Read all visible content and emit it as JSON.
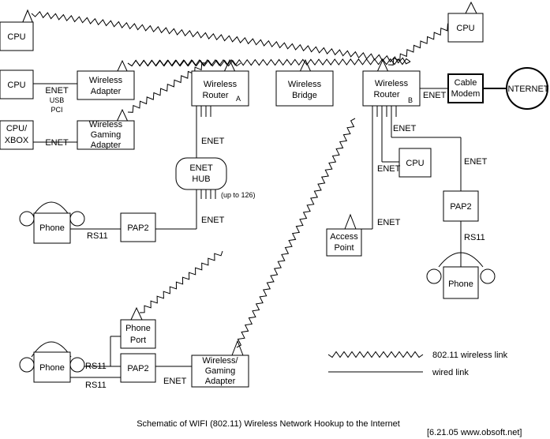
{
  "nodes": {
    "cpu_top_left": "CPU",
    "cpu_top_right": "CPU",
    "cpu_mid": "CPU",
    "cpu_xbox": [
      "CPU/",
      "XBOX"
    ],
    "wireless_adapter": [
      "Wireless",
      "Adapter"
    ],
    "gaming_adapter_top": [
      "Wireless",
      "Gaming",
      "Adapter"
    ],
    "router_a": [
      "Wireless",
      "Router"
    ],
    "router_a_sub": "A",
    "bridge": [
      "Wireless",
      "Bridge"
    ],
    "router_b": [
      "Wireless",
      "Router"
    ],
    "router_b_sub": "B",
    "cable_modem": [
      "Cable",
      "Modem"
    ],
    "internet": "INTERNET",
    "enet_hub": [
      "ENET",
      "HUB"
    ],
    "hub_capacity": "(up to 126)",
    "phone_left": "Phone",
    "pap2_left": "PAP2",
    "cpu_router_b": "CPU",
    "access_point": [
      "Access",
      "Point"
    ],
    "pap2_right": "PAP2",
    "phone_right": "Phone",
    "phone_port": [
      "Phone",
      "Port"
    ],
    "phone_bottom": "Phone",
    "pap2_bottom": "PAP2",
    "gaming_adapter_bottom": [
      "Wireless/",
      "Gaming",
      "Adapter"
    ]
  },
  "links": {
    "enet_usb_pci": [
      "ENET",
      "USB",
      "PCI"
    ],
    "enet": "ENET",
    "rs11": "RS11"
  },
  "legend": {
    "wireless": "802.11 wireless link",
    "wired": "wired link"
  },
  "caption": "Schematic of WIFI (802.11) Wireless Network Hookup to the Internet",
  "credit": "[6.21.05 www.obsoft.net]"
}
